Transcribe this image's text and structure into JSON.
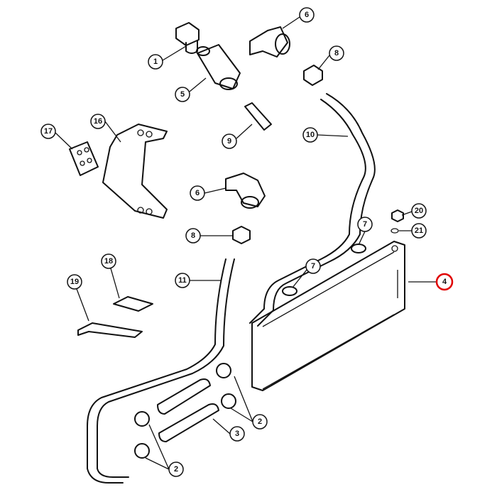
{
  "diagram": {
    "highlight_color": "#e00000",
    "callouts": [
      {
        "label": "1"
      },
      {
        "label": "6"
      },
      {
        "label": "8"
      },
      {
        "label": "5"
      },
      {
        "label": "16"
      },
      {
        "label": "17"
      },
      {
        "label": "9"
      },
      {
        "label": "10"
      },
      {
        "label": "6"
      },
      {
        "label": "8"
      },
      {
        "label": "7"
      },
      {
        "label": "20"
      },
      {
        "label": "21"
      },
      {
        "label": "18"
      },
      {
        "label": "7"
      },
      {
        "label": "11"
      },
      {
        "label": "19"
      },
      {
        "label": "4"
      },
      {
        "label": "2"
      },
      {
        "label": "3"
      },
      {
        "label": "2"
      }
    ]
  }
}
